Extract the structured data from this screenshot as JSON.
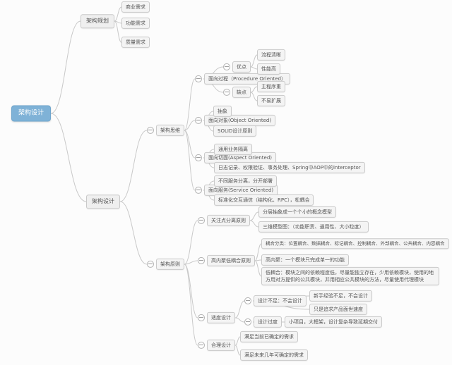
{
  "colors": {
    "background": "#fcfcfc",
    "root_fill": "#7fb2d7",
    "node_fill": "#f4f4f4",
    "node_border": "#c9c9c9",
    "connector": "#c9c9c9"
  },
  "map": {
    "root": {
      "label": "架构设计"
    },
    "planning": {
      "label": "架构规划",
      "children": [
        "商业需求",
        "功能需求",
        "质量需求"
      ]
    },
    "design": {
      "label": "架构设计",
      "thinking": {
        "label": "架构思维",
        "procedure": {
          "label": "面向过程（Procedure Oriented）",
          "pros": {
            "label": "优点",
            "children": [
              "流程清晰",
              "性能高"
            ]
          },
          "cons": {
            "label": "缺点",
            "children": [
              "主程序重",
              "不易扩展"
            ]
          }
        },
        "object": {
          "label": "面向对象(Object Oriented)",
          "children": [
            "抽象",
            "SOLID设计原则"
          ]
        },
        "aspect": {
          "label": "面向切面(Aspect Oriented)",
          "children": [
            "通用业务隔离",
            "日志记录、权限验证、事务处理、Spring中AOP中的interceptor"
          ]
        },
        "service": {
          "label": "面向服务(Service Oriented)",
          "children": [
            "不同服务分离，分开部署",
            "标准化交互通信（结构化、RPC），松耦合"
          ]
        }
      },
      "principles": {
        "label": "架构原则",
        "separation": {
          "label": "关注点分离原则",
          "children": [
            "分层抽象成一个个小的概念模型",
            "三维模型图：（功能职责、通用性、大小粒度）"
          ]
        },
        "cohesion": {
          "label": "高内聚低耦合原则",
          "children": [
            "耦合分类：位置耦合、数据耦合、标记耦合、控制耦合、外部耦合、公共耦合、内容耦合",
            "高内聚：一个模块只完成单一的功能",
            "低耦合：模块之间的依赖程度低，尽量能独立存在，少用依赖模块，使用的地方用对方提供的公共模块，并用相应公共模块的方法，尽量使用代理模块"
          ]
        },
        "moderate": {
          "label": "适度设计",
          "under": {
            "label": "设计不足：不会设计",
            "children": [
              "新手经验不足，不会设计",
              "只是追求产品面世速度"
            ]
          },
          "over": {
            "label": "设计过度",
            "children": [
              "小项目，大框架，设计复杂导致延期交付"
            ]
          }
        },
        "reasonable": {
          "label": "合理设计",
          "children": [
            "满足当前已确定的需求",
            "满足未来几年可确定的需求"
          ]
        }
      }
    }
  }
}
